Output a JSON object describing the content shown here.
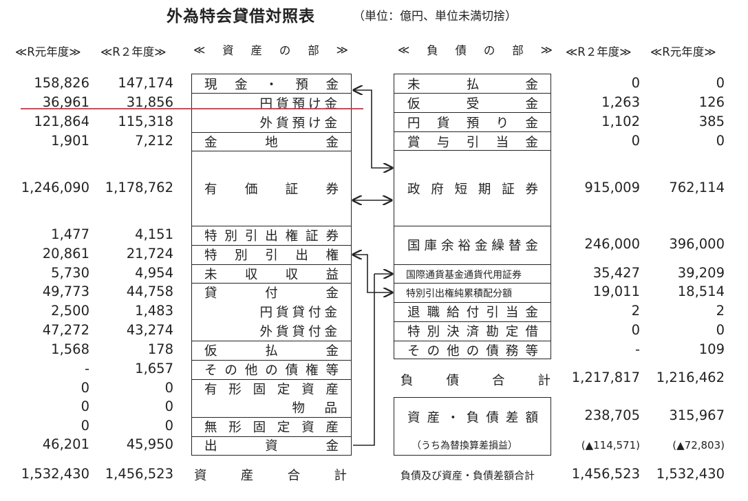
{
  "title": "外為特会貸借対照表",
  "unit_note": "（単位：億円、単位未満切捨）",
  "headers": {
    "left_r1": "≪R元年度≫",
    "left_r2": "≪R２年度≫",
    "assets": [
      "≪",
      "資",
      "産",
      "の",
      "部",
      "≫"
    ],
    "liabilities": [
      "≪",
      "負",
      "債",
      "の",
      "部",
      "≫"
    ],
    "right_r2": "≪R２年度≫",
    "right_r1": "≪R元年度≫"
  },
  "assets": [
    {
      "r1": "158,826",
      "r2": "147,174",
      "chars": [
        "現",
        "金",
        "・",
        "預",
        "金"
      ]
    },
    {
      "r1": "36,961",
      "r2": "31,856",
      "sub": "円貨預け金"
    },
    {
      "r1": "121,864",
      "r2": "115,318",
      "sub": "外貨預け金"
    },
    {
      "r1": "1,901",
      "r2": "7,212",
      "chars": [
        "金",
        "地",
        "金"
      ]
    },
    {
      "r1": "1,246,090",
      "r2": "1,178,762",
      "chars": [
        "有",
        "価",
        "証",
        "券"
      ]
    },
    {
      "r1": "1,477",
      "r2": "4,151",
      "chars": [
        "特",
        "別",
        "引",
        "出",
        "権",
        "証",
        "券"
      ]
    },
    {
      "r1": "20,861",
      "r2": "21,724",
      "chars": [
        "特",
        "別",
        "引",
        "出",
        "権"
      ]
    },
    {
      "r1": "5,730",
      "r2": "4,954",
      "chars": [
        "未",
        "収",
        "収",
        "益"
      ]
    },
    {
      "r1": "49,773",
      "r2": "44,758",
      "chars": [
        "貸",
        "付",
        "金"
      ]
    },
    {
      "r1": "2,500",
      "r2": "1,483",
      "sub": "円貨貸付金"
    },
    {
      "r1": "47,272",
      "r2": "43,274",
      "sub": "外貨貸付金"
    },
    {
      "r1": "1,568",
      "r2": "178",
      "chars": [
        "仮",
        "払",
        "金"
      ]
    },
    {
      "r1": "-",
      "r2": "1,657",
      "chars": [
        "そ",
        "の",
        "他",
        "の",
        "債",
        "権",
        "等"
      ]
    },
    {
      "r1": "0",
      "r2": "0",
      "chars": [
        "有",
        "形",
        "固",
        "定",
        "資",
        "産"
      ]
    },
    {
      "r1": "0",
      "r2": "0",
      "sub": "物　品"
    },
    {
      "r1": "0",
      "r2": "0",
      "chars": [
        "無",
        "形",
        "固",
        "定",
        "資",
        "産"
      ]
    },
    {
      "r1": "46,201",
      "r2": "45,950",
      "chars": [
        "出",
        "資",
        "金"
      ]
    }
  ],
  "assets_total": {
    "label": [
      "資",
      "産",
      "合",
      "計"
    ],
    "r1": "1,532,430",
    "r2": "1,456,523"
  },
  "liabilities": [
    {
      "chars": [
        "未",
        "払",
        "金"
      ],
      "r2": "0",
      "r1": "0"
    },
    {
      "chars": [
        "仮",
        "受",
        "金"
      ],
      "r2": "1,263",
      "r1": "126"
    },
    {
      "chars": [
        "円",
        "貨",
        "預",
        "り",
        "金"
      ],
      "r2": "1,102",
      "r1": "385"
    },
    {
      "chars": [
        "賞",
        "与",
        "引",
        "当",
        "金"
      ],
      "r2": "0",
      "r1": "0"
    },
    {
      "chars": [
        "政",
        "府",
        "短",
        "期",
        "証",
        "券"
      ],
      "r2": "915,009",
      "r1": "762,114"
    },
    {
      "chars": [
        "国",
        "庫",
        "余",
        "裕",
        "金",
        "繰",
        "替",
        "金"
      ],
      "r2": "246,000",
      "r1": "396,000"
    },
    {
      "label": "国際通貨基金通貨代用証券",
      "r2": "35,427",
      "r1": "39,209"
    },
    {
      "label": "特別引出権純累積配分額",
      "r2": "19,011",
      "r1": "18,514"
    },
    {
      "chars": [
        "退",
        "職",
        "給",
        "付",
        "引",
        "当",
        "金"
      ],
      "r2": "2",
      "r1": "2"
    },
    {
      "chars": [
        "特",
        "別",
        "決",
        "済",
        "勘",
        "定",
        "借"
      ],
      "r2": "0",
      "r1": "0"
    },
    {
      "chars": [
        "そ",
        "の",
        "他",
        "の",
        "債",
        "務",
        "等"
      ],
      "r2": "-",
      "r1": "109"
    }
  ],
  "liabilities_total": {
    "label": [
      "負",
      "債",
      "合",
      "計"
    ],
    "r2": "1,217,817",
    "r1": "1,216,462"
  },
  "net_assets": {
    "chars": [
      "資",
      "産",
      "・",
      "負",
      "債",
      "差",
      "額"
    ],
    "r2": "238,705",
    "r1": "315,967",
    "sub_label": "（うち為替換算差損益）",
    "sub_r2": "(▲114,571)",
    "sub_r1": "(▲72,803)"
  },
  "grand_total": {
    "label": "負債及び資産・負債差額合計",
    "r2": "1,456,523",
    "r1": "1,532,430"
  },
  "colors": {
    "highlight": "#d9263a",
    "ink": "#222222"
  }
}
